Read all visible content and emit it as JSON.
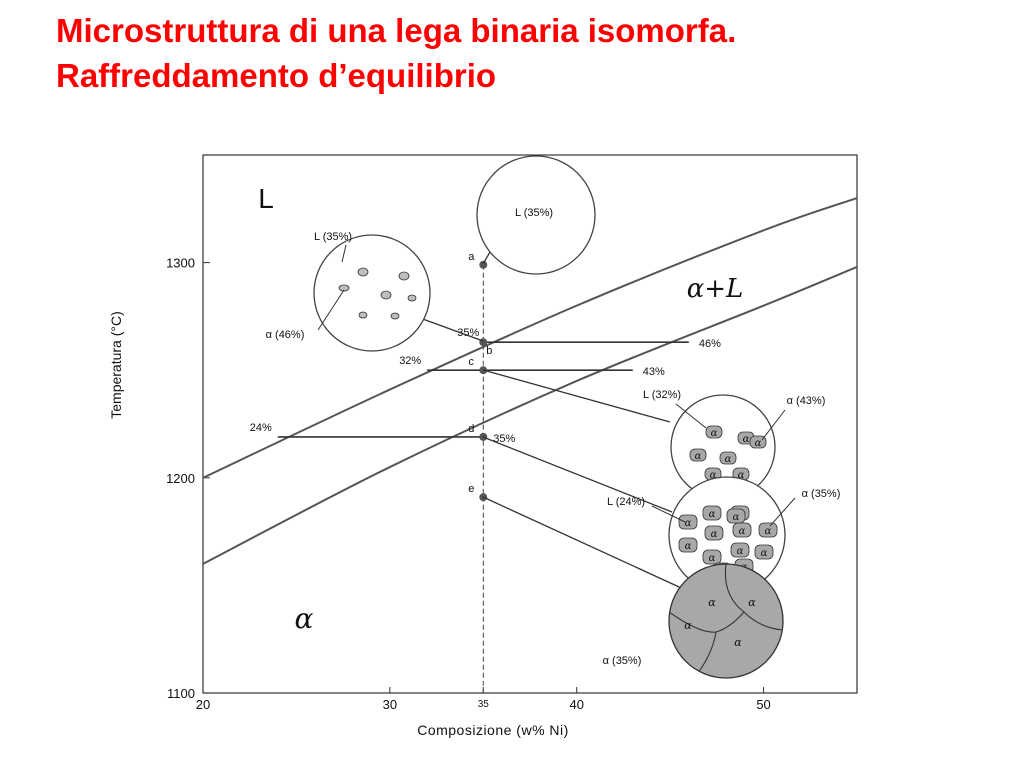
{
  "title": {
    "line1": "Microstruttura di una lega binaria isomorfa.",
    "line2": "Raffreddamento d’equilibrio"
  },
  "colors": {
    "title": "#ff0000",
    "grain": "#a8a8a8",
    "line": "#333333"
  },
  "chart_data": {
    "type": "phase-diagram",
    "xlabel": "Composizione  (w% Ni)",
    "ylabel": "Temperatura  (°C)",
    "xlim": [
      20,
      55
    ],
    "ylim": [
      1100,
      1350
    ],
    "x_ticks": [
      "20",
      "30",
      "35",
      "40",
      "50"
    ],
    "y_ticks": [
      "1100",
      "1200",
      "1300"
    ],
    "regions": {
      "liquid": "L",
      "two_phase": "α+L",
      "solid": "α"
    },
    "liquidus": [
      [
        20,
        1200
      ],
      [
        30,
        1241
      ],
      [
        40,
        1280
      ],
      [
        50,
        1315
      ],
      [
        55,
        1330
      ]
    ],
    "solidus": [
      [
        20,
        1160
      ],
      [
        30,
        1205
      ],
      [
        40,
        1245
      ],
      [
        50,
        1280
      ],
      [
        55,
        1298
      ]
    ],
    "composition_line": 35,
    "points": [
      {
        "label": "a",
        "x": 35,
        "y": 1299
      },
      {
        "label": "b",
        "x": 35,
        "y": 1263
      },
      {
        "label": "c",
        "x": 35,
        "y": 1250
      },
      {
        "label": "d",
        "x": 35,
        "y": 1219
      },
      {
        "label": "e",
        "x": 35,
        "y": 1191
      }
    ],
    "tie_lines": [
      {
        "y": 1263,
        "x1": 35,
        "x2": 46,
        "left_label": "35%",
        "right_label": "46%"
      },
      {
        "y": 1250,
        "x1": 32,
        "x2": 43,
        "left_label": "32%",
        "right_label": "43%"
      },
      {
        "y": 1219,
        "x1": 24,
        "x2": 35,
        "left_label": "24%",
        "right_label": "35%"
      }
    ],
    "microstructures": {
      "a": {
        "labels": [
          "L (35%)"
        ]
      },
      "b": {
        "labels": [
          "L (35%)",
          "α (46%)"
        ]
      },
      "c": {
        "labels": [
          "L (32%)",
          "α (43%)"
        ]
      },
      "d": {
        "labels": [
          "L (24%)",
          "α (35%)"
        ]
      },
      "e": {
        "labels": [
          "α (35%)"
        ]
      }
    }
  }
}
